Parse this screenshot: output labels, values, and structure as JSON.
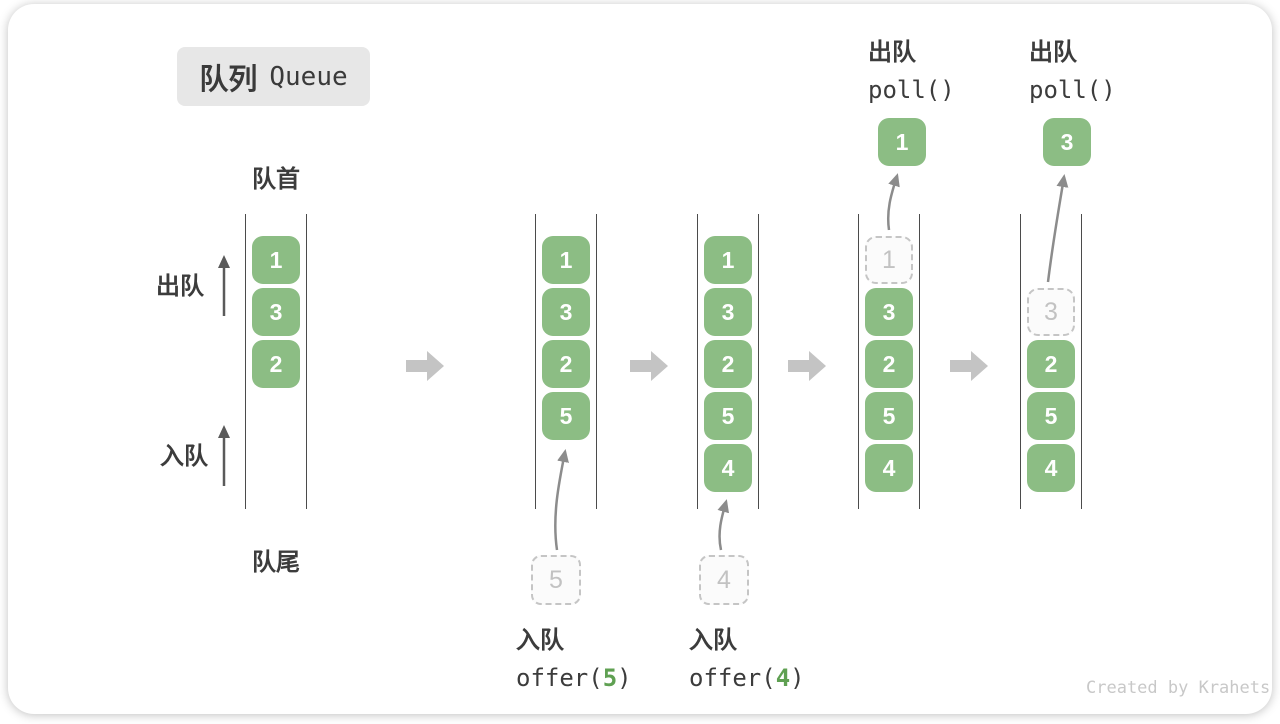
{
  "title": {
    "zh": "队列",
    "en": "Queue"
  },
  "labels": {
    "front": "队首",
    "rear": "队尾",
    "dequeue": "出队",
    "enqueue": "入队"
  },
  "queues": [
    {
      "boxes": [
        {
          "v": "1"
        },
        {
          "v": "3"
        },
        {
          "v": "2"
        }
      ]
    },
    {
      "boxes": [
        {
          "v": "1"
        },
        {
          "v": "3"
        },
        {
          "v": "2"
        },
        {
          "v": "5"
        }
      ],
      "staged": "5"
    },
    {
      "boxes": [
        {
          "v": "1"
        },
        {
          "v": "3"
        },
        {
          "v": "2"
        },
        {
          "v": "5"
        },
        {
          "v": "4"
        }
      ],
      "staged": "4"
    },
    {
      "boxes": [
        {
          "v": "1",
          "dashed": true
        },
        {
          "v": "3"
        },
        {
          "v": "2"
        },
        {
          "v": "5"
        },
        {
          "v": "4"
        }
      ]
    },
    {
      "boxes": [
        {
          "v": "3",
          "dashed": true
        },
        {
          "v": "2"
        },
        {
          "v": "5"
        },
        {
          "v": "4"
        }
      ]
    }
  ],
  "enqueue_ops": [
    {
      "label": "入队",
      "fn_open": "offer(",
      "arg": "5",
      "fn_close": ")"
    },
    {
      "label": "入队",
      "fn_open": "offer(",
      "arg": "4",
      "fn_close": ")"
    }
  ],
  "dequeue_ops": [
    {
      "label": "出队",
      "fn": "poll()",
      "popped": "1"
    },
    {
      "label": "出队",
      "fn": "poll()",
      "popped": "3"
    }
  ],
  "watermark": "Created by Krahets",
  "colors": {
    "box_green": "#8cbd84",
    "accent_green": "#5fa052",
    "dashed_gray": "#c5c5c5",
    "block_arrow_gray": "#c4c4c4",
    "wall_gray": "#4b4b4b",
    "text_dark": "#3c3c3c",
    "badge_bg": "#e7e7e7",
    "watermark_gray": "#c8c8c8"
  }
}
